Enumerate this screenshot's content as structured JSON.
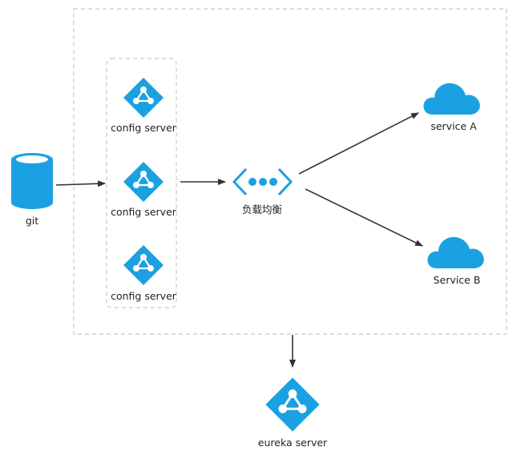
{
  "colors": {
    "accent": "#1ba1e2",
    "edge": "#333333",
    "frame": "#c8c8c8"
  },
  "nodes": {
    "git": {
      "label": "git",
      "icon": "database-cylinder-icon"
    },
    "config_servers": [
      {
        "label": "config server",
        "icon": "network-diamond-icon"
      },
      {
        "label": "config server",
        "icon": "network-diamond-icon"
      },
      {
        "label": "config server",
        "icon": "network-diamond-icon"
      }
    ],
    "load_balancer": {
      "label": "负载均衡",
      "icon": "load-balancer-icon"
    },
    "service_a": {
      "label": "service A",
      "icon": "cloud-icon"
    },
    "service_b": {
      "label": "Service B",
      "icon": "cloud-icon"
    },
    "eureka": {
      "label": "eureka server",
      "icon": "network-diamond-icon"
    }
  },
  "edges": [
    {
      "from": "git",
      "to": "config_servers"
    },
    {
      "from": "config_servers",
      "to": "load_balancer"
    },
    {
      "from": "load_balancer",
      "to": "service_a"
    },
    {
      "from": "load_balancer",
      "to": "service_b"
    },
    {
      "from": "outer_frame",
      "to": "eureka"
    }
  ]
}
